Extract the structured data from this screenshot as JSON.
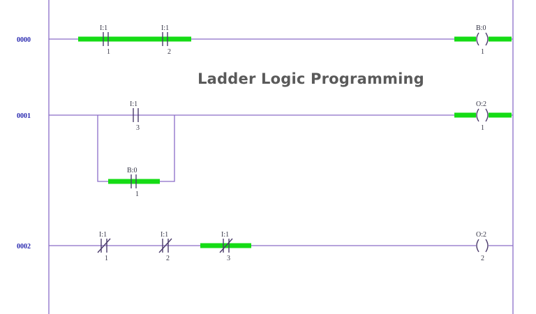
{
  "title": "Ladder Logic Programming",
  "colors": {
    "wire": "#8a6cc8",
    "energized": "#15dc15",
    "element": "#4a3a6a",
    "rung_number": "#2a2ab0"
  },
  "rungs": [
    {
      "number": "0000",
      "elements": [
        {
          "kind": "contact-no",
          "address": "I:1",
          "bit": "1",
          "energized": true
        },
        {
          "kind": "contact-no",
          "address": "I:1",
          "bit": "2",
          "energized": true
        },
        {
          "kind": "coil",
          "address": "B:0",
          "bit": "1",
          "energized": true
        }
      ]
    },
    {
      "number": "0001",
      "elements": [
        {
          "kind": "contact-no",
          "address": "I:1",
          "bit": "3",
          "energized": false
        },
        {
          "kind": "contact-no",
          "address": "B:0",
          "bit": "1",
          "energized": true,
          "branch": true
        },
        {
          "kind": "coil",
          "address": "O:2",
          "bit": "1",
          "energized": true
        }
      ]
    },
    {
      "number": "0002",
      "elements": [
        {
          "kind": "contact-nc",
          "address": "I:1",
          "bit": "1",
          "energized": false
        },
        {
          "kind": "contact-nc",
          "address": "I:1",
          "bit": "2",
          "energized": false
        },
        {
          "kind": "contact-nc",
          "address": "I:1",
          "bit": "3",
          "energized": true
        },
        {
          "kind": "coil",
          "address": "O:2",
          "bit": "2",
          "energized": false
        }
      ]
    }
  ]
}
